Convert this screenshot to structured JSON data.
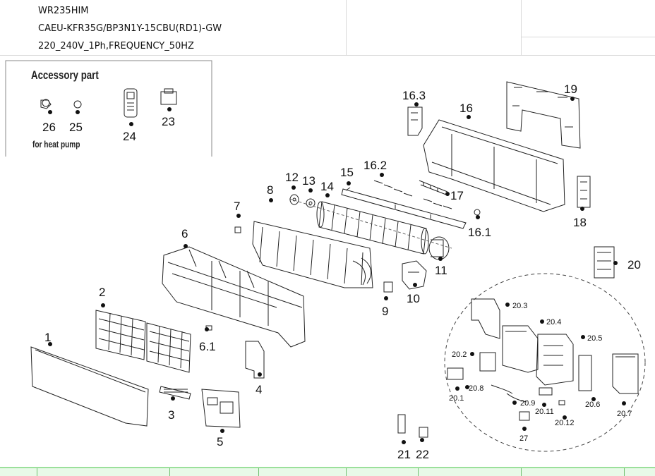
{
  "header": {
    "model": "WR235HIM",
    "code": "CAEU-KFR35G/BP3N1Y-15CBU(RD1)-GW",
    "power": "220_240V_1Ph,FREQUENCY_50HZ"
  },
  "accessory": {
    "title": "Accessory part",
    "note": "for heat pump"
  },
  "parts": {
    "p1": "1",
    "p2": "2",
    "p3": "3",
    "p4": "4",
    "p5": "5",
    "p6": "6",
    "p6_1": "6.1",
    "p7": "7",
    "p8": "8",
    "p9": "9",
    "p10": "10",
    "p11": "11",
    "p12": "12",
    "p13": "13",
    "p14": "14",
    "p15": "15",
    "p16": "16",
    "p16_1": "16.1",
    "p16_2": "16.2",
    "p16_3": "16.3",
    "p17": "17",
    "p18": "18",
    "p19": "19",
    "p20": "20",
    "p20_1": "20.1",
    "p20_2": "20.2",
    "p20_3": "20.3",
    "p20_4": "20.4",
    "p20_5": "20.5",
    "p20_6": "20.6",
    "p20_7": "20.7",
    "p20_8": "20.8",
    "p20_9": "20.9",
    "p20_11": "20.11",
    "p20_12": "20.12",
    "p21": "21",
    "p22": "22",
    "p23": "23",
    "p24": "24",
    "p25": "25",
    "p26": "26",
    "p27": "27"
  }
}
